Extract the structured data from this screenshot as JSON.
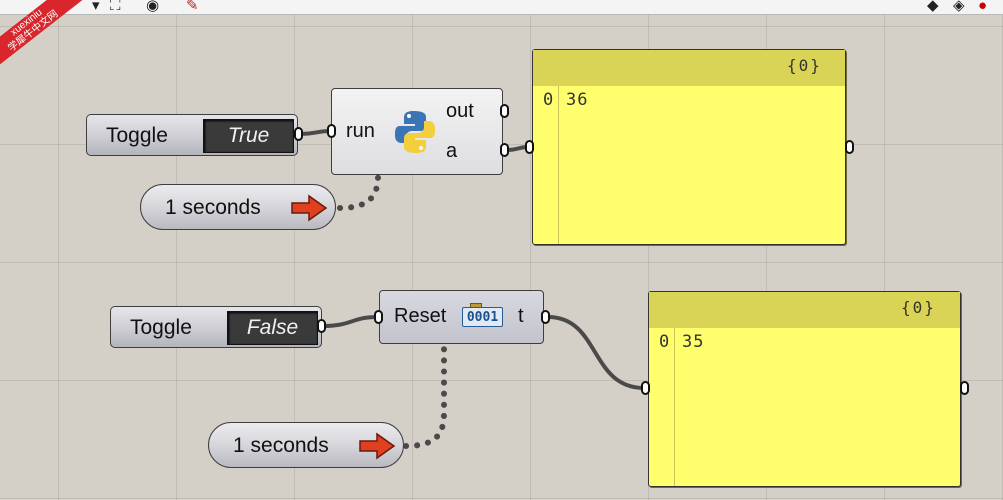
{
  "watermark": {
    "line1": "xuexiniu",
    "line2": "学犀牛中文网"
  },
  "toolbar_icons": [
    "dropdown-icon",
    "select-frame-icon",
    "eye-icon",
    "paint-brush-icon",
    "preview-icon",
    "paint-icon",
    "color-icon"
  ],
  "graph1": {
    "toggle": {
      "label": "Toggle",
      "value": "True"
    },
    "timer": {
      "label": "1 seconds"
    },
    "python": {
      "input": "run",
      "outputs": [
        "out",
        "a"
      ]
    },
    "panel": {
      "count": "{0}",
      "index": "0",
      "value": "36"
    }
  },
  "graph2": {
    "toggle": {
      "label": "Toggle",
      "value": "False"
    },
    "timer": {
      "label": "1 seconds"
    },
    "counter": {
      "input": "Reset",
      "display": "0001",
      "output": "t"
    },
    "panel": {
      "count": "{0}",
      "index": "0",
      "value": "35"
    }
  },
  "colors": {
    "canvas": "#d4d0c8",
    "panel": "#ffff6e",
    "panel_header": "#d9d455",
    "wire": "#4a4a4a"
  }
}
